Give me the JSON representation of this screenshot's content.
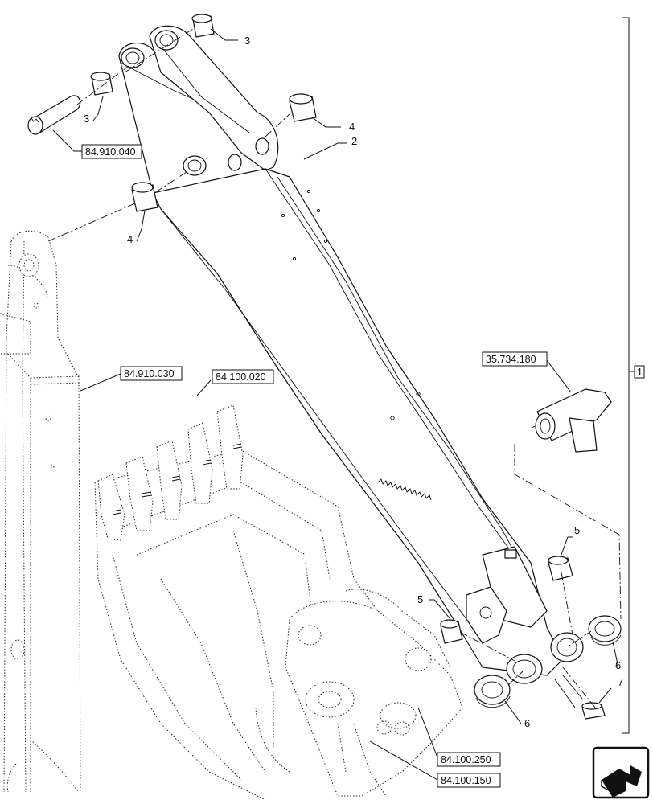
{
  "callouts": {
    "c3a": "3",
    "c3b": "3",
    "c4a": "4",
    "c4b": "4",
    "c2": "2",
    "c5a": "5",
    "c5b": "5",
    "c6a": "6",
    "c6b": "6",
    "c7": "7"
  },
  "refs": {
    "r_910040": "84.910.040",
    "r_910030": "84.910.030",
    "r_100020": "84.100.020",
    "r_734180": "35.734.180",
    "r_100250": "84.100.250",
    "r_100150": "84.100.150",
    "assembly": "1"
  },
  "icons": {
    "nav": "next-page-arrow-icon"
  }
}
